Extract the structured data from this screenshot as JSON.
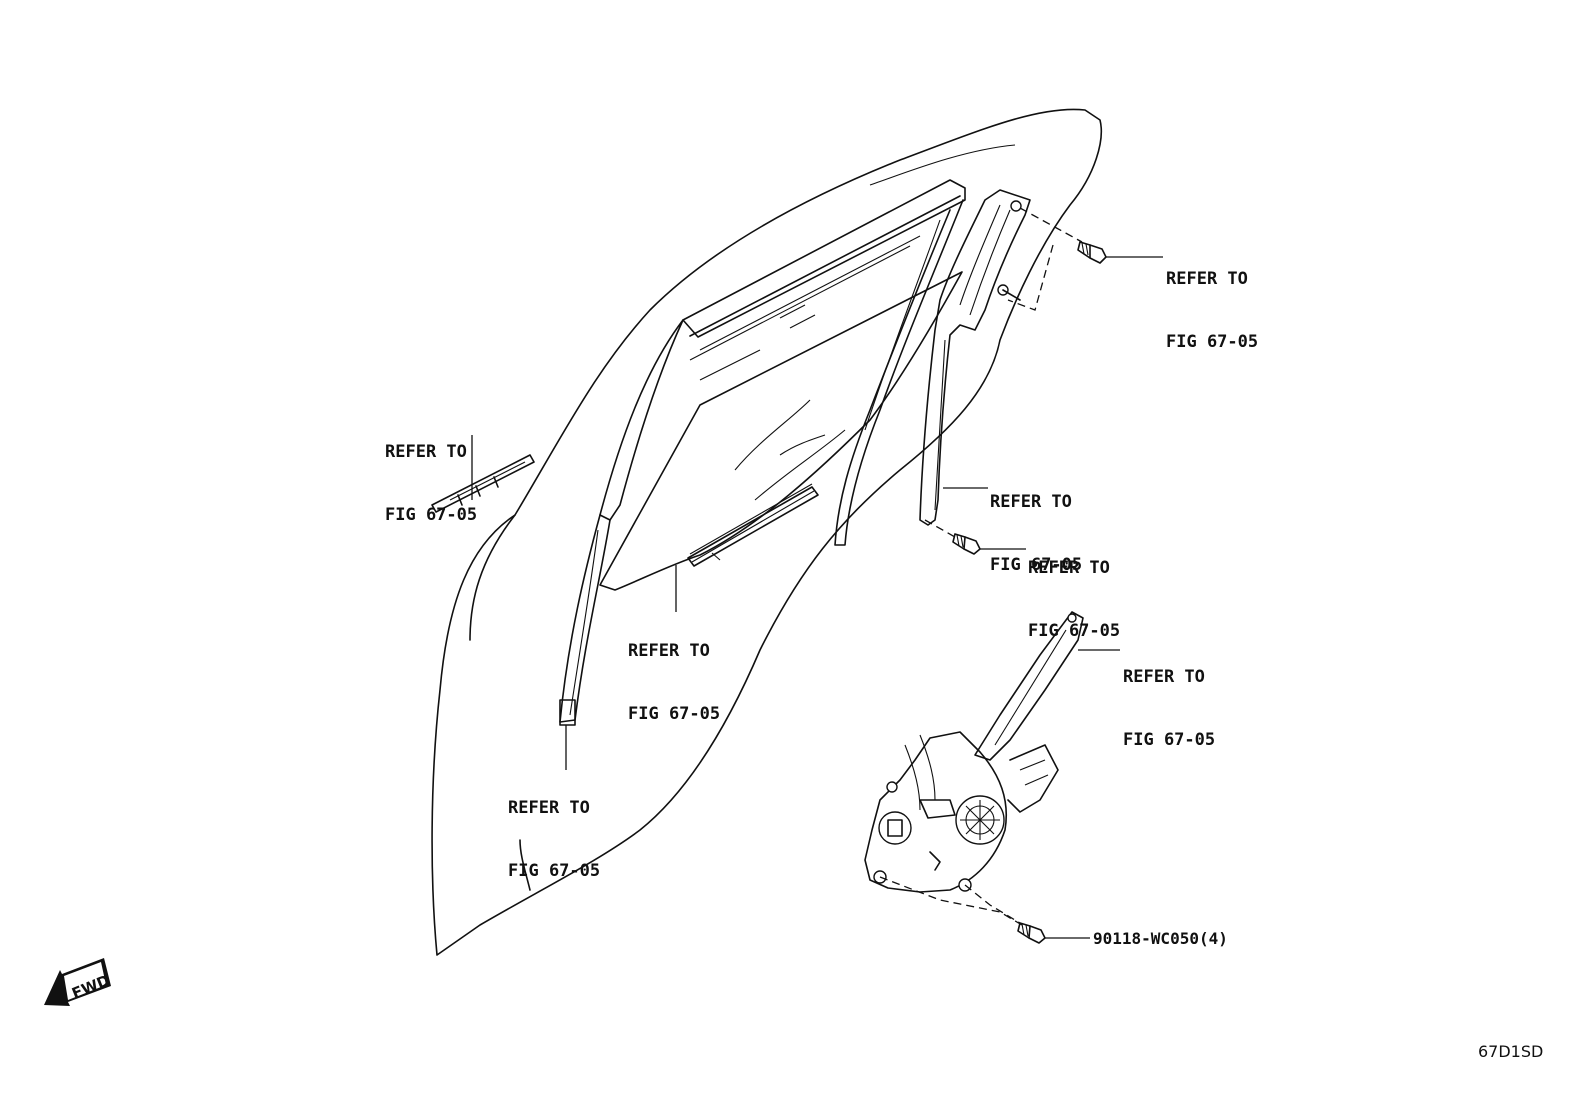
{
  "callouts": {
    "bolt_top_right": {
      "line1": "REFER TO",
      "line2": "FIG 67-05"
    },
    "left_weatherstrip": {
      "line1": "REFER TO",
      "line2": "FIG 67-05"
    },
    "rear_channel": {
      "line1": "REFER TO",
      "line2": "FIG 67-05"
    },
    "bolt_lower_channel": {
      "line1": "REFER TO",
      "line2": "FIG 67-05"
    },
    "glass_run": {
      "line1": "REFER TO",
      "line2": "FIG 67-05"
    },
    "regulator_arm": {
      "line1": "REFER TO",
      "line2": "FIG 67-05"
    },
    "front_channel": {
      "line1": "REFER TO",
      "line2": "FIG 67-05"
    }
  },
  "part_number": "90118-WC050(4)",
  "fwd_label": "FWD",
  "figure_id": "67D1SD"
}
